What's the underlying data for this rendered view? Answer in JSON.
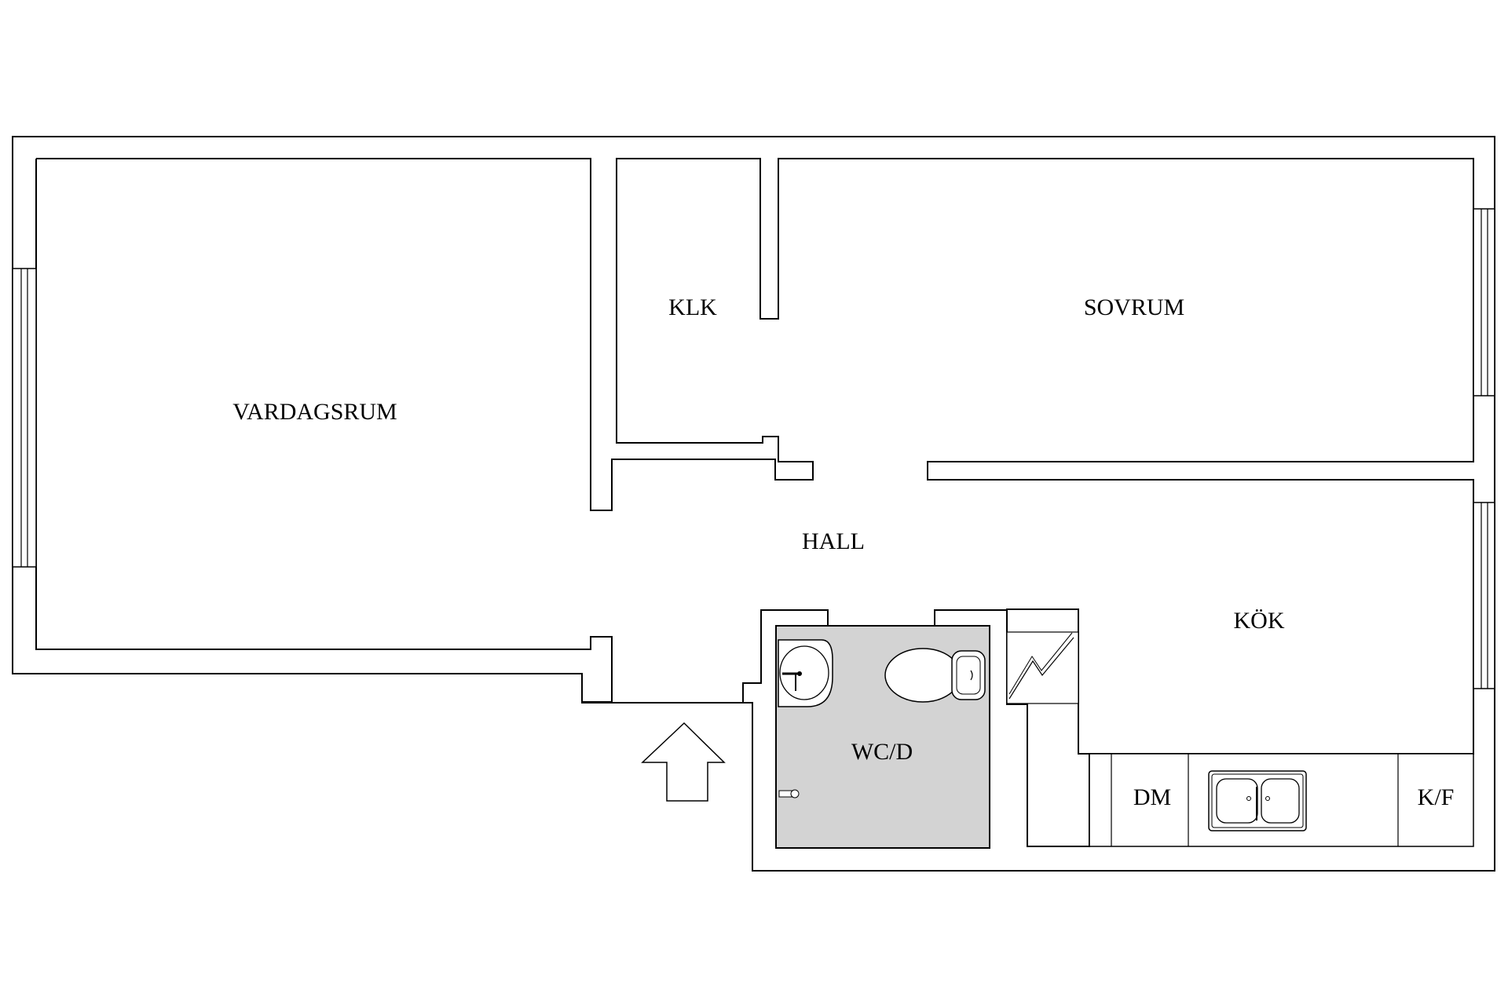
{
  "rooms": {
    "vardagsrum": "VARDAGSRUM",
    "klk": "KLK",
    "sovrum": "SOVRUM",
    "hall": "HALL",
    "wcd": "WC/D",
    "kok": "KÖK",
    "dm": "DM",
    "kf": "K/F"
  },
  "colors": {
    "bathroom_fill": "#d3d3d3",
    "wall": "#000000",
    "background": "#ffffff"
  },
  "icons": [
    "entrance-arrow-icon",
    "washbasin-icon",
    "toilet-icon",
    "electric-panel-icon",
    "double-sink-icon",
    "drain-icon"
  ]
}
